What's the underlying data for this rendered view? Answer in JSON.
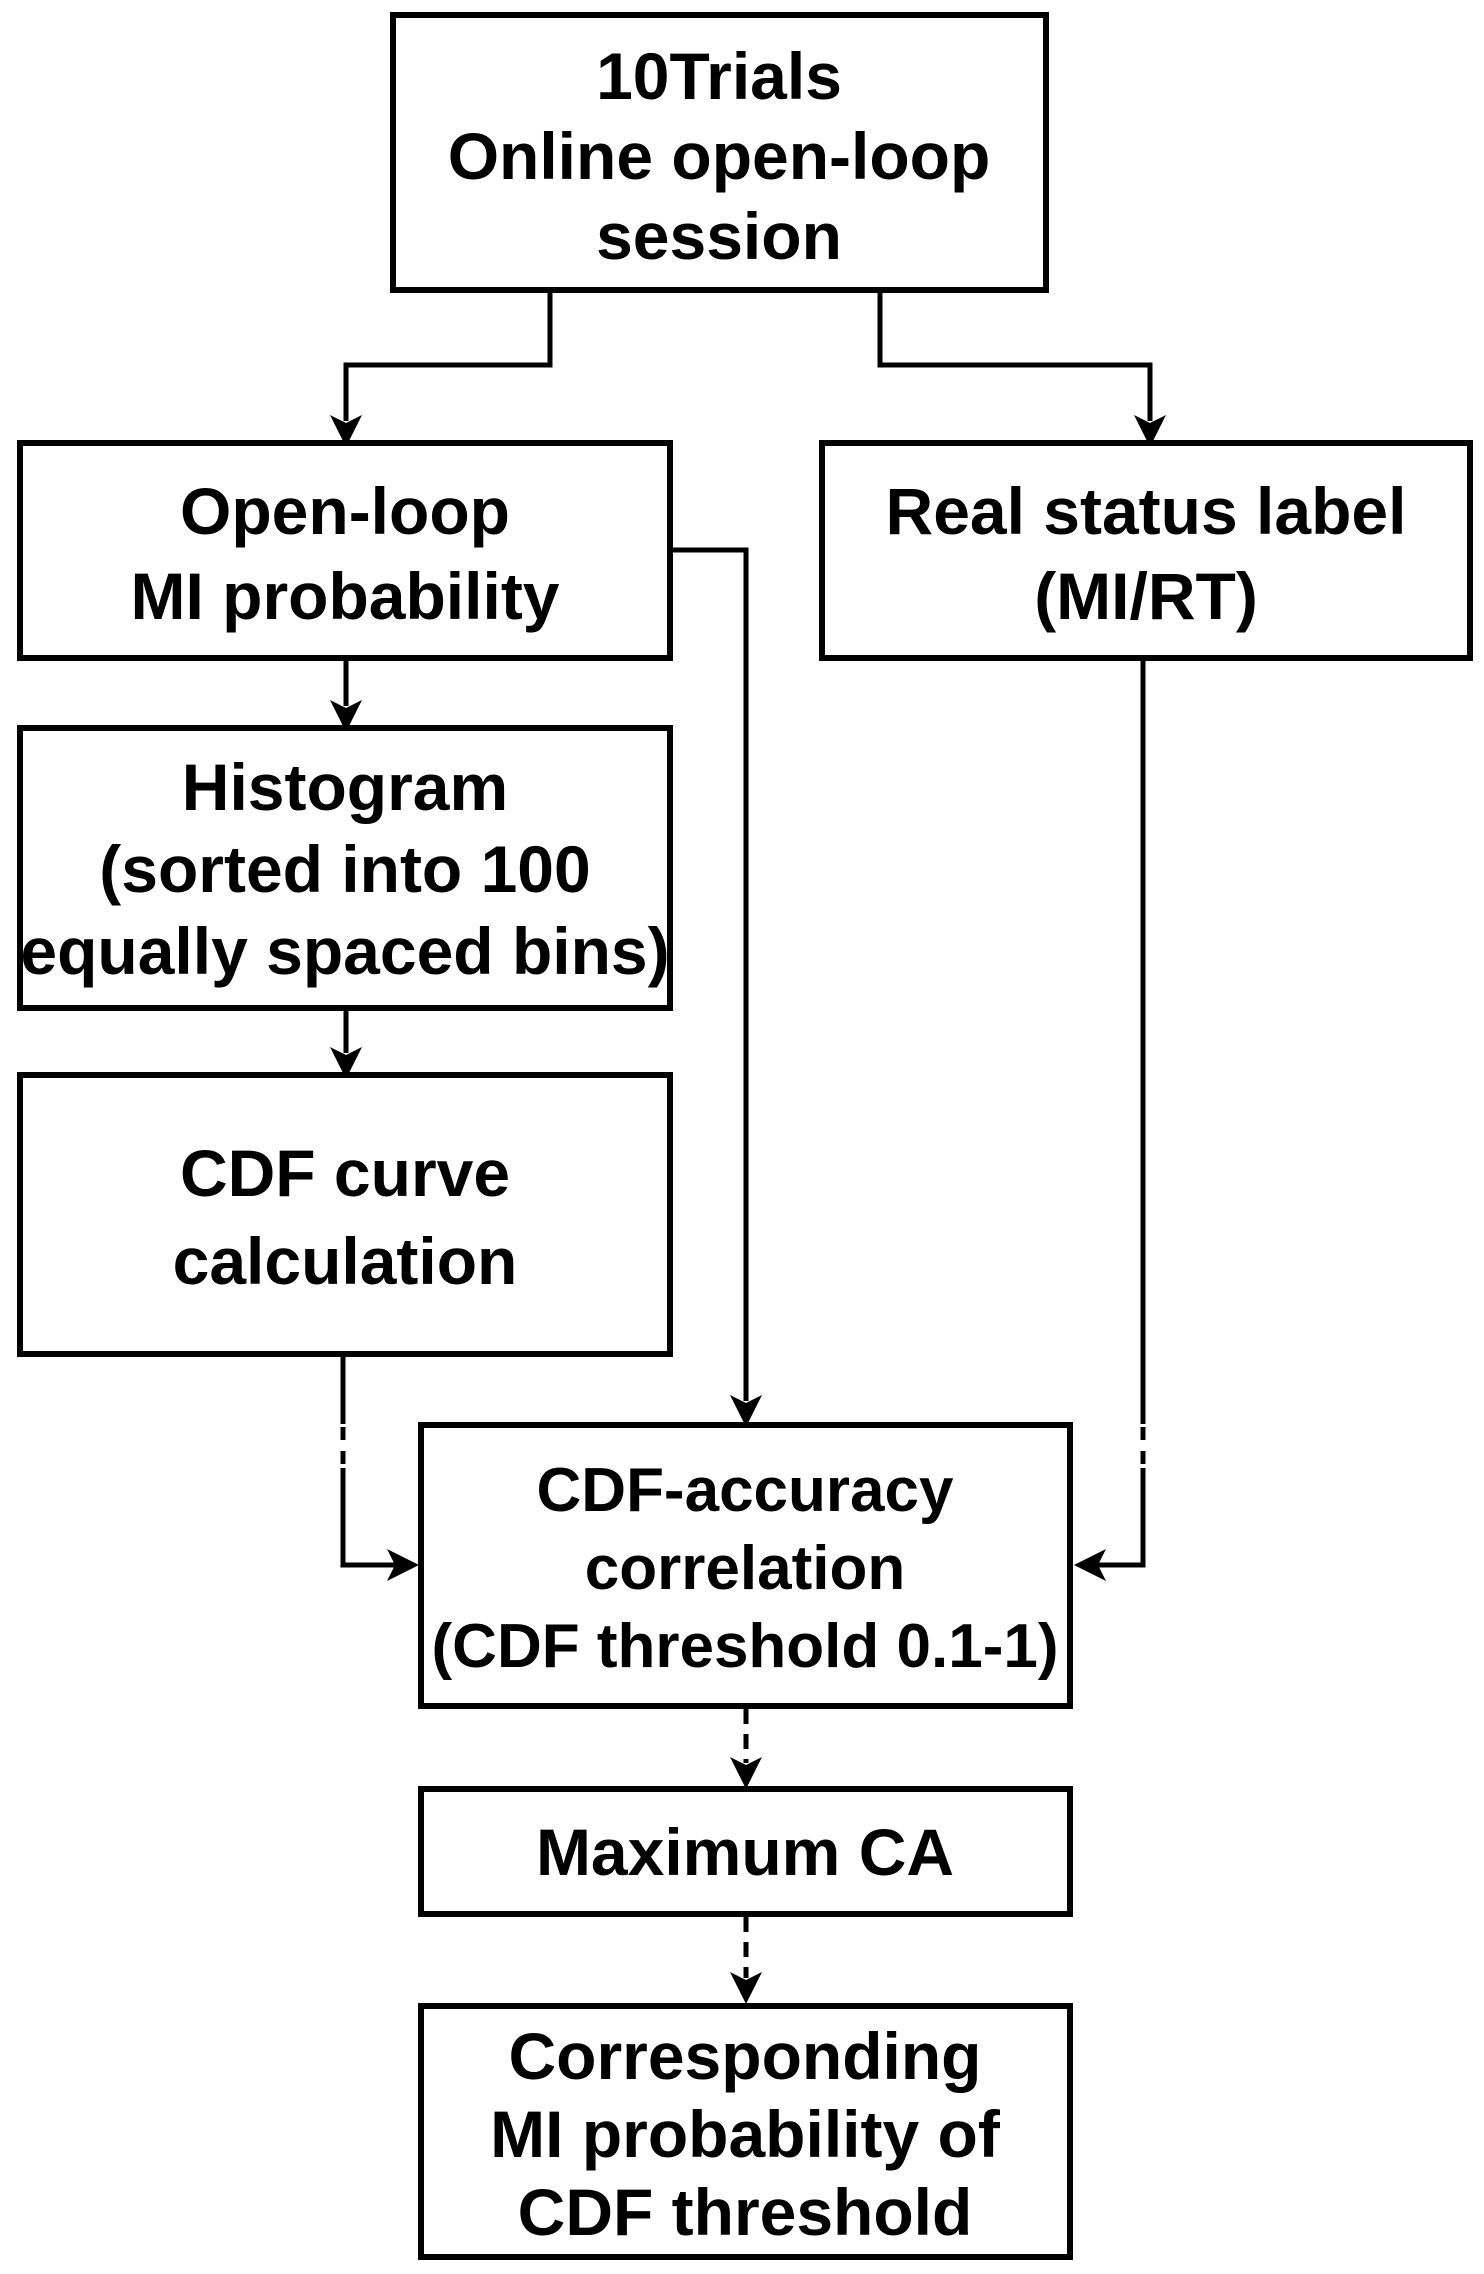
{
  "title": "Flowchart",
  "colors": {
    "background": "#ffffff",
    "box_fill": "#ffffff",
    "box_border": "#000000",
    "line": "#000000",
    "text": "#000000"
  },
  "boxes": {
    "session": {
      "lines": [
        "10Trials",
        "Online open-loop",
        "session"
      ]
    },
    "mi_probability": {
      "lines": [
        "Open-loop",
        "MI probability"
      ]
    },
    "real_status": {
      "lines": [
        "Real status label",
        "(MI/RT)"
      ]
    },
    "histogram": {
      "lines": [
        "Histogram",
        "(sorted into 100",
        "equally spaced bins)"
      ]
    },
    "cdf_curve": {
      "lines": [
        "CDF curve",
        "calculation"
      ]
    },
    "cdf_correlation": {
      "lines": [
        "CDF-accuracy",
        "correlation",
        "(CDF threshold 0.1-1)"
      ]
    },
    "maximum_ca": {
      "lines": [
        "Maximum CA"
      ]
    },
    "corresponding": {
      "lines": [
        "Corresponding",
        "MI probability of",
        "CDF threshold"
      ]
    }
  }
}
